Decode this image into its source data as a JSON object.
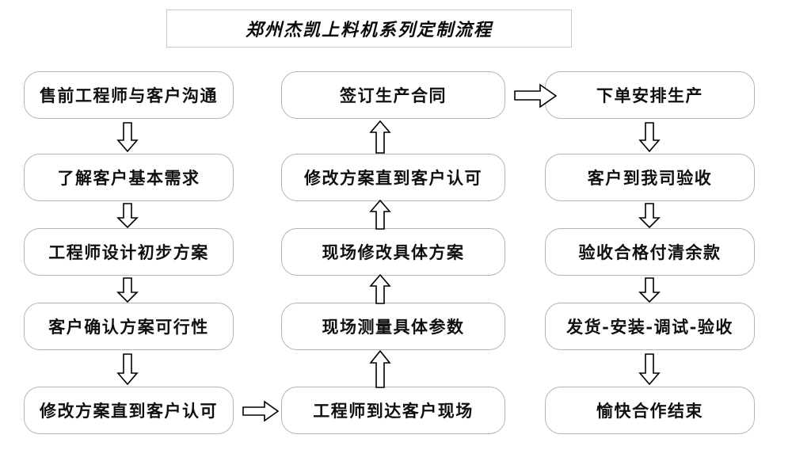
{
  "title": {
    "text": "郑州杰凯上料机系列定制流程"
  },
  "colors": {
    "node_border": "#b5b5b5",
    "title_border": "#c9c9c9",
    "text": "#101010",
    "arrow_stroke": "#000000",
    "background": "#ffffff"
  },
  "columns": [
    {
      "id": "column-1",
      "nodes": [
        {
          "label": "售前工程师与客户沟通"
        },
        {
          "label": "了解客户基本需求"
        },
        {
          "label": "工程师设计初步方案"
        },
        {
          "label": "客户确认方案可行性"
        },
        {
          "label": "修改方案直到客户认可"
        }
      ]
    },
    {
      "id": "column-2",
      "nodes": [
        {
          "label": "签订生产合同"
        },
        {
          "label": "修改方案直到客户认可"
        },
        {
          "label": "现场修改具体方案"
        },
        {
          "label": "现场测量具体参数"
        },
        {
          "label": "工程师到达客户现场"
        }
      ]
    },
    {
      "id": "column-3",
      "nodes": [
        {
          "label": "下单安排生产"
        },
        {
          "label": "客户到我司验收"
        },
        {
          "label": "验收合格付清余款"
        },
        {
          "label": "发货-安装-调试-验收"
        },
        {
          "label": "愉快合作结束"
        }
      ]
    }
  ],
  "arrows": {
    "down_icon": "arrow-down-icon",
    "up_icon": "arrow-up-icon",
    "right_icon": "arrow-right-icon"
  }
}
